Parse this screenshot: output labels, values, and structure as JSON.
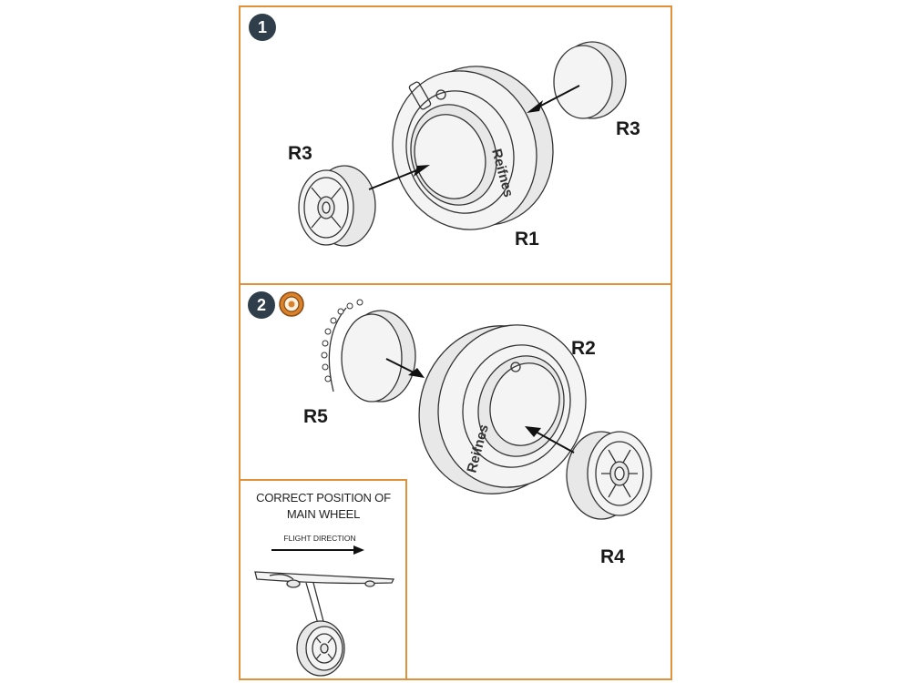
{
  "steps": [
    {
      "number": "1"
    },
    {
      "number": "2"
    }
  ],
  "labels": {
    "r3_left": "R3",
    "r3_right": "R3",
    "r1": "R1",
    "r2": "R2",
    "r5": "R5",
    "r4": "R4"
  },
  "inset": {
    "title_line1": "CORRECT POSITION OF",
    "title_line2": "MAIN WHEEL",
    "direction_label": "FLIGHT DIRECTION"
  },
  "tire_text": "Reifnes",
  "colors": {
    "panel_border": "#e0913a",
    "step_badge": "#2f3e4a",
    "resin_icon": "#d9822b"
  },
  "icons": [
    "resin-part-icon"
  ]
}
